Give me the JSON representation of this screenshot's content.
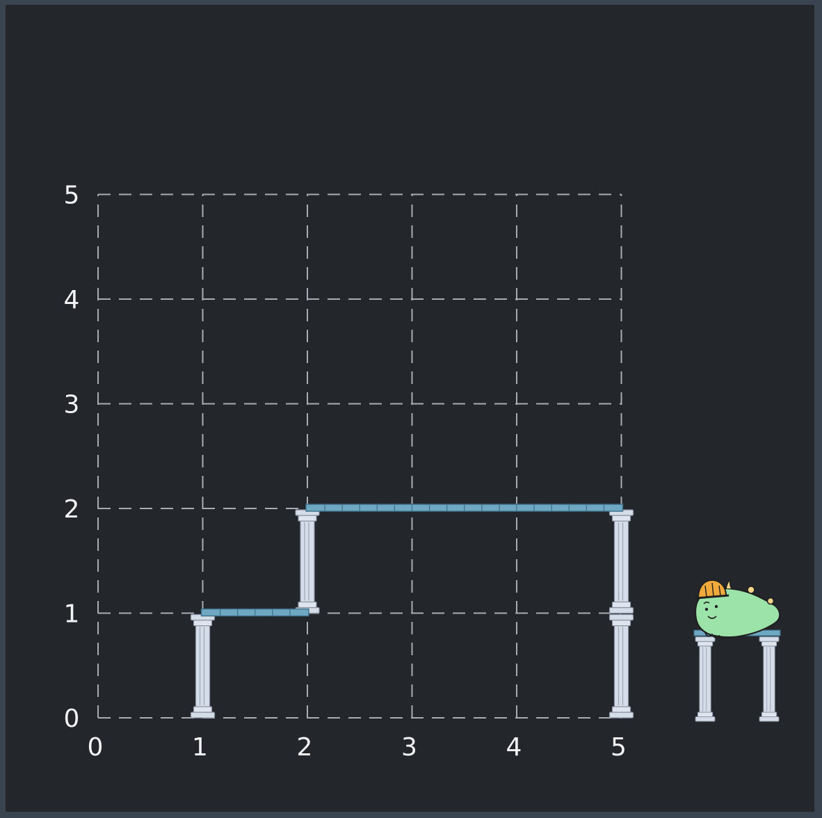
{
  "diagram": {
    "x_ticks": [
      "0",
      "1",
      "2",
      "3",
      "4",
      "5"
    ],
    "y_ticks": [
      "0",
      "1",
      "2",
      "3",
      "4",
      "5"
    ],
    "grid": true,
    "colors": {
      "background": "#23262b",
      "grid": "#a9adb3",
      "beam": "#6ea8c3",
      "pillar": "#d5dde8",
      "creature": "#9be3a9",
      "helmet": "#f0a93a"
    },
    "pillars": [
      {
        "x": 1,
        "y_from": 0,
        "y_to": 1
      },
      {
        "x": 2,
        "y_from": 1,
        "y_to": 2
      },
      {
        "x": 5,
        "y_from": 0,
        "y_to": 1
      },
      {
        "x": 5,
        "y_from": 1,
        "y_to": 2
      }
    ],
    "beams": [
      {
        "x_from": 1,
        "x_to": 2,
        "y": 1
      },
      {
        "x_from": 2,
        "x_to": 5,
        "y": 2
      }
    ],
    "mascot": {
      "icon": "green-blob-with-hard-hat-icon",
      "pillar_icon": "mini-bridge-icon"
    }
  }
}
